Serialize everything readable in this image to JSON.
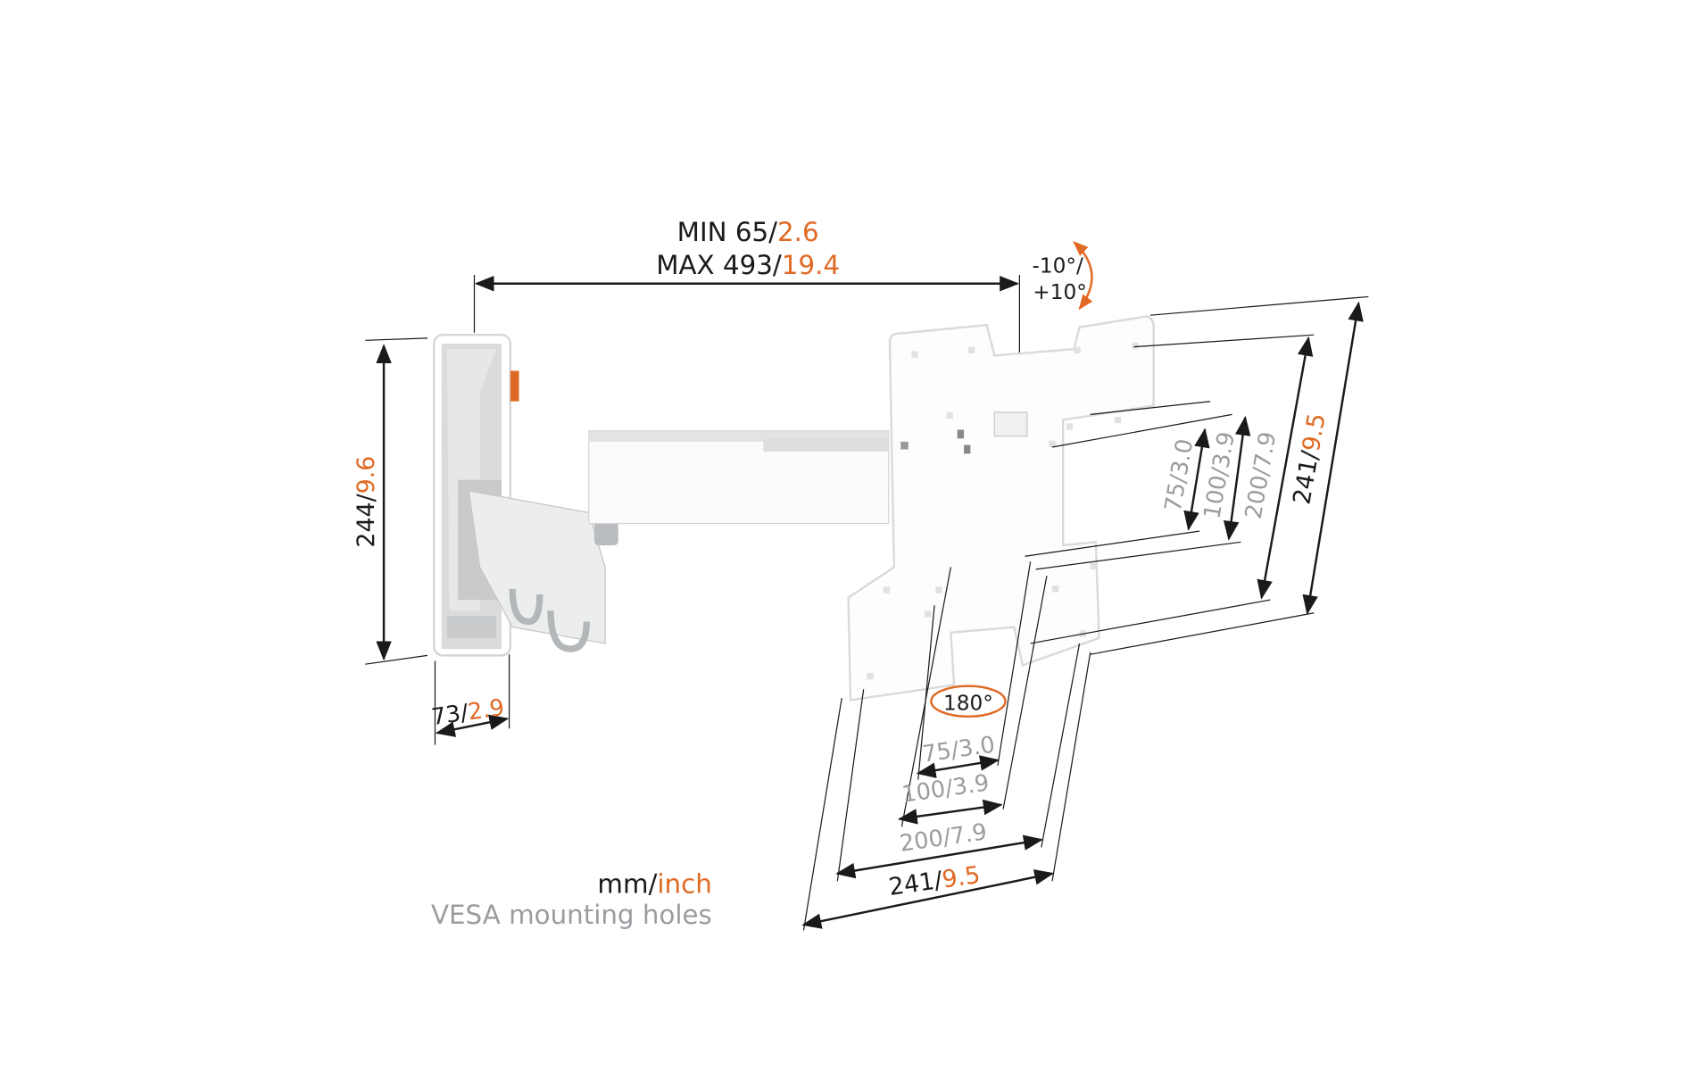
{
  "overall_width": {
    "min_label": "MIN 65/",
    "min_inch": "2.6",
    "max_label": "MAX 493/",
    "max_inch": "19.4"
  },
  "tilt": {
    "line1": "-10°/",
    "line2": "+10°"
  },
  "rotation": {
    "label": "180°"
  },
  "wall_plate": {
    "height_mm": "244/",
    "height_inch": "9.6",
    "depth_mm": "73/",
    "depth_inch": "2.9"
  },
  "vesa_vertical": [
    {
      "text": "75/3.0"
    },
    {
      "text": "100/3.9"
    },
    {
      "text": "200/7.9"
    },
    {
      "mm": "241/",
      "inch": "9.5"
    }
  ],
  "vesa_horizontal": [
    {
      "text": "75/3.0"
    },
    {
      "text": "100/3.9"
    },
    {
      "text": "200/7.9"
    },
    {
      "mm": "241/",
      "inch": "9.5"
    }
  ],
  "legend": {
    "unit_mm": "mm/",
    "unit_inch": "inch",
    "caption": "VESA mounting holes"
  },
  "colors": {
    "accent": "#e06a25",
    "dark": "#1a1a1a",
    "grey": "#9a9da0"
  }
}
